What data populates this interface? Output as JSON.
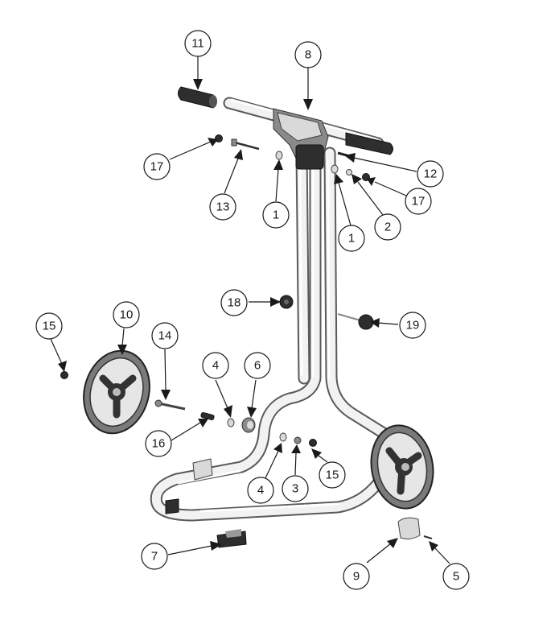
{
  "callouts": [
    {
      "id": "c11a",
      "label": "11"
    },
    {
      "id": "c8",
      "label": "8"
    },
    {
      "id": "c17a",
      "label": "17"
    },
    {
      "id": "c13",
      "label": "13"
    },
    {
      "id": "c1a",
      "label": "1"
    },
    {
      "id": "c12",
      "label": "12"
    },
    {
      "id": "c17b",
      "label": "17"
    },
    {
      "id": "c2",
      "label": "2"
    },
    {
      "id": "c1b",
      "label": "1"
    },
    {
      "id": "c18",
      "label": "18"
    },
    {
      "id": "c19",
      "label": "19"
    },
    {
      "id": "c10",
      "label": "10"
    },
    {
      "id": "c15a",
      "label": "15"
    },
    {
      "id": "c14",
      "label": "14"
    },
    {
      "id": "c4a",
      "label": "4"
    },
    {
      "id": "c6",
      "label": "6"
    },
    {
      "id": "c16",
      "label": "16"
    },
    {
      "id": "c4b",
      "label": "4"
    },
    {
      "id": "c3",
      "label": "3"
    },
    {
      "id": "c15b",
      "label": "15"
    },
    {
      "id": "c7",
      "label": "7"
    },
    {
      "id": "c9",
      "label": "9"
    },
    {
      "id": "c5",
      "label": "5"
    }
  ]
}
